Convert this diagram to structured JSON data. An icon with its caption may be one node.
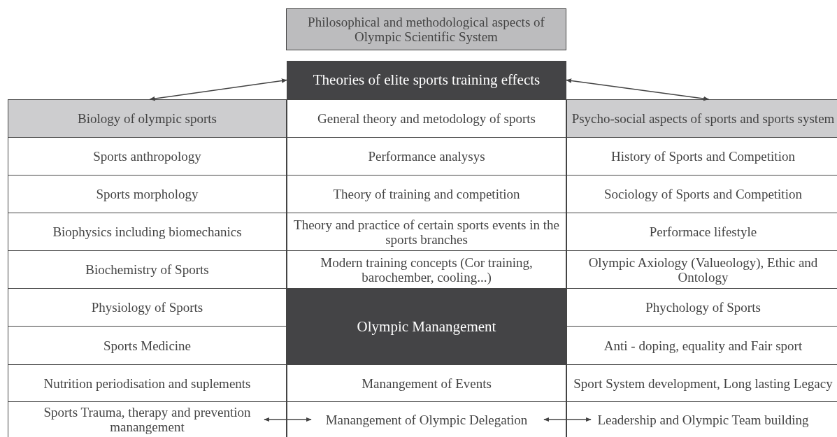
{
  "diagram": {
    "nodes": [
      {
        "text": [
          "Philosophical and methodological aspects of Olympic Scientific System"
        ]
      },
      {
        "text": [
          "Theories of elite sports training effects"
        ]
      },
      {
        "text": [
          "Biology of olympic sports"
        ]
      },
      {
        "text": [
          "General theory and metodology of sports"
        ]
      },
      {
        "text": [
          "Psycho-social aspects of sports and sports system"
        ]
      },
      {
        "text": [
          "Sports anthropology"
        ]
      },
      {
        "text": [
          "Performance analysys"
        ]
      },
      {
        "text": [
          "History of Sports and Competition"
        ]
      },
      {
        "text": [
          "Sports morphology"
        ]
      },
      {
        "text": [
          "Theory of training and competition"
        ]
      },
      {
        "text": [
          "Sociology of Sports and Competition"
        ]
      },
      {
        "text": [
          "Biophysics including biomechanics"
        ]
      },
      {
        "text": [
          "Theory and practice of certain sports events in the sports branches"
        ]
      },
      {
        "text": [
          "Performace lifestyle"
        ]
      },
      {
        "text": [
          "Biochemistry of Sports"
        ]
      },
      {
        "text": [
          "Modern training concepts (Cor training, barochember, cooling...)"
        ]
      },
      {
        "text": [
          "Olympic Axiology (Valueology), Ethic and Ontology"
        ]
      },
      {
        "text": [
          "Physiology of Sports"
        ]
      },
      {
        "text": [
          "Olympic Manangement"
        ]
      },
      {
        "text": [
          "Phychology of Sports"
        ]
      },
      {
        "text": [
          "Sports Medicine"
        ]
      },
      {
        "text": [
          "Anti - doping, equality and Fair sport"
        ]
      },
      {
        "text": [
          "Nutrition periodisation and suplements"
        ]
      },
      {
        "text": [
          "Manangement of Events"
        ]
      },
      {
        "text": [
          "Sport System development, Long lasting Legacy"
        ]
      },
      {
        "text": [
          "Sports Trauma, therapy and prevention manangement"
        ]
      },
      {
        "text": [
          "Manangement of Olympic Delegation"
        ]
      },
      {
        "text": [
          "Leadership and Olympic Team building"
        ]
      }
    ],
    "edges": [
      {
        "from": 1,
        "to": 2,
        "arrow": "both"
      },
      {
        "from": 1,
        "to": 4,
        "arrow": "both"
      },
      {
        "from": 25,
        "to": 26,
        "arrow": "both"
      },
      {
        "from": 26,
        "to": 27,
        "arrow": "both"
      }
    ]
  }
}
